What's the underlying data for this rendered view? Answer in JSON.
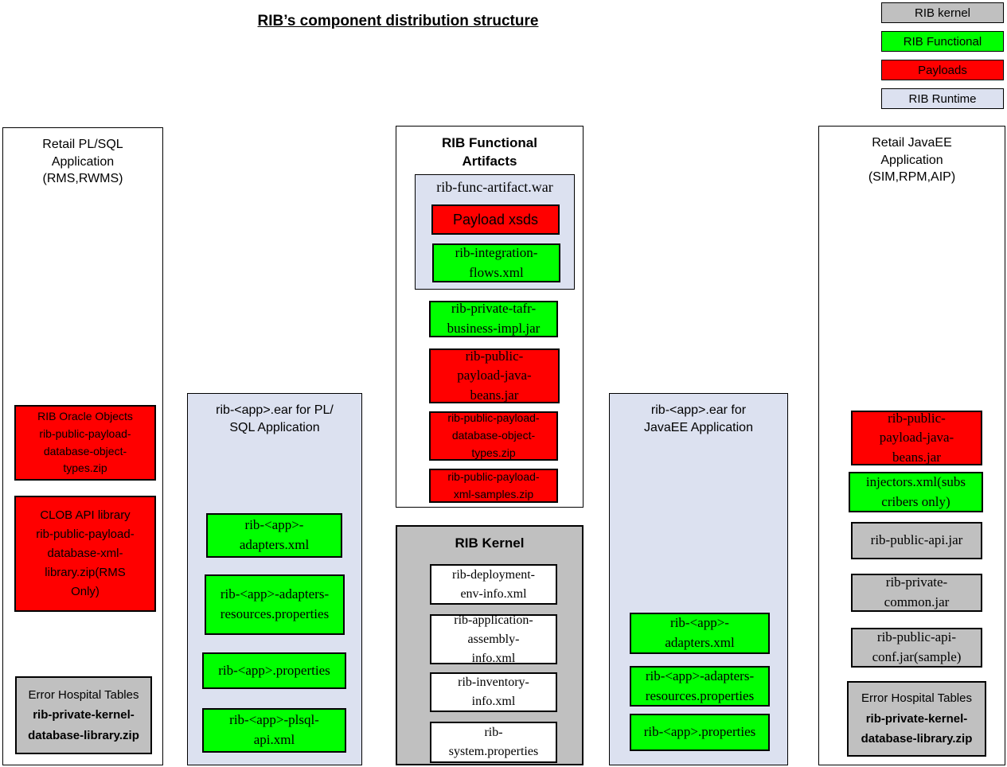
{
  "title": "RIB’s component distribution structure",
  "colors": {
    "kernel": "#c0c0c0",
    "functional": "#00ff00",
    "payloads": "#ff0000",
    "runtime": "#dce1f0"
  },
  "legend": {
    "kernel": "RIB kernel",
    "functional": "RIB Functional",
    "payloads": "Payloads",
    "runtime": "RIB Runtime"
  },
  "col_plsql_app": {
    "title": "Retail PL/SQL\nApplication\n(RMS,RWMS)",
    "oracle_objects": "RIB Oracle Objects\nrib-public-payload-\ndatabase-object-\ntypes.zip",
    "clob_api": "CLOB API library\nrib-public-payload-\ndatabase-xml-\nlibrary.zip(RMS\nOnly)",
    "error_hospital_line1": "Error Hospital Tables",
    "error_hospital_line2": "rib-private-kernel-\ndatabase-library.zip"
  },
  "col_plsql_ear": {
    "title": "rib-<app>.ear for PL/\nSQL Application",
    "adapters_xml": "rib-<app>-\nadapters.xml",
    "adapters_resources": "rib-<app>-adapters-\nresources.properties",
    "app_properties": "rib-<app>.properties",
    "plsql_api": "rib-<app>-plsql-\napi.xml"
  },
  "col_functional": {
    "title": "RIB Functional\nArtifacts",
    "war": "rib-func-artifact.war",
    "payload_xsds": "Payload xsds",
    "integration_flows": "rib-integration-\nflows.xml",
    "tafr_impl": "rib-private-tafr-\nbusiness-impl.jar",
    "payload_java_beans": "rib-public-\npayload-java-\nbeans.jar",
    "payload_db_object_types": "rib-public-payload-\ndatabase-object-\ntypes.zip",
    "payload_xml_samples": "rib-public-payload-\nxml-samples.zip"
  },
  "col_kernel": {
    "title": "RIB Kernel",
    "deployment_env_info": "rib-deployment-\nenv-info.xml",
    "application_assembly_info": "rib-application-\nassembly-\ninfo.xml",
    "inventory_info": "rib-inventory-\ninfo.xml",
    "system_properties": "rib-\nsystem.properties"
  },
  "col_javaee_ear": {
    "title": "rib-<app>.ear for\nJavaEE Application",
    "adapters_xml": "rib-<app>-\nadapters.xml",
    "adapters_resources": "rib-<app>-adapters-\nresources.properties",
    "app_properties": "rib-<app>.properties"
  },
  "col_javaee_app": {
    "title": "Retail JavaEE\nApplication\n(SIM,RPM,AIP)",
    "payload_java_beans": "rib-public-\npayload-java-\nbeans.jar",
    "injectors": "injectors.xml(subs\ncribers only)",
    "public_api": "rib-public-api.jar",
    "private_common": "rib-private-\ncommon.jar",
    "public_api_conf": "rib-public-api-\nconf.jar(sample)",
    "error_hospital_line1": "Error Hospital Tables",
    "error_hospital_line2": "rib-private-kernel-\ndatabase-library.zip"
  }
}
